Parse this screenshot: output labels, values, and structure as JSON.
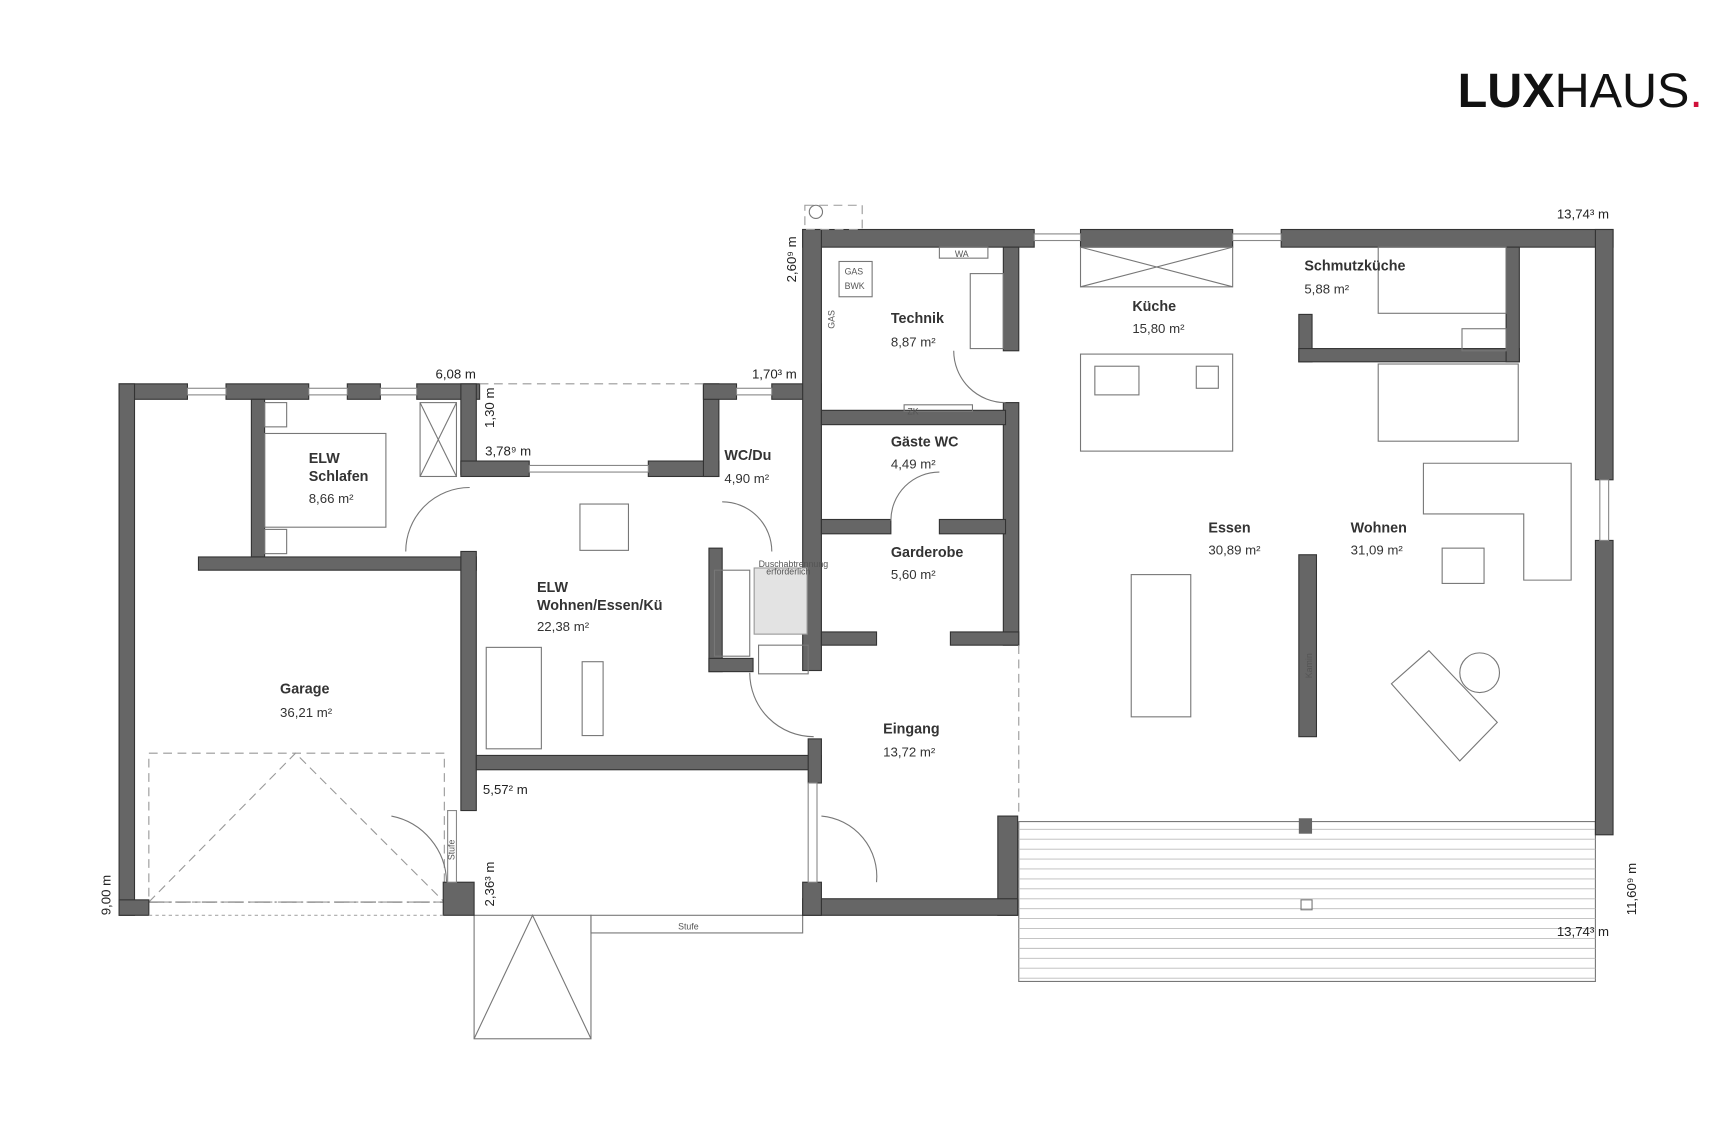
{
  "logo": {
    "bold": "LUX",
    "light": "HAUS",
    "dot": ".",
    "dot_color": "#d0103a"
  },
  "rooms": [
    {
      "name": "ELW",
      "name2": "Schlafen",
      "area": "8,66 m²"
    },
    {
      "name": "ELW",
      "name2": "Wohnen/Essen/Kü",
      "area": "22,38 m²"
    },
    {
      "name": "Garage",
      "area": "36,21 m²"
    },
    {
      "name": "WC/Du",
      "area": "4,90 m²"
    },
    {
      "name": "Technik",
      "area": "8,87 m²"
    },
    {
      "name": "Gäste WC",
      "area": "4,49 m²"
    },
    {
      "name": "Garderobe",
      "area": "5,60 m²"
    },
    {
      "name": "Eingang",
      "area": "13,72 m²"
    },
    {
      "name": "Küche",
      "area": "15,80 m²"
    },
    {
      "name": "Schmutzküche",
      "area": "5,88 m²"
    },
    {
      "name": "Essen",
      "area": "30,89 m²"
    },
    {
      "name": "Wohnen",
      "area": "31,09 m²"
    }
  ],
  "dimensions": {
    "top_right": "13,74³ m",
    "bottom_right": "13,74³ m",
    "right": "11,60⁹ m",
    "technik_left": "2,60⁹ m",
    "wc_top": "1,70³ m",
    "elw_top": "6,08 m",
    "elw_notch_v": "1,30 m",
    "elw_notch_h": "3,78⁹ m",
    "garage_bottom": "5,57² m",
    "entry_v": "2,36³ m",
    "left": "9,00 m"
  },
  "labels": {
    "gas_bwk_1": "GAS",
    "gas_bwk_2": "BWK",
    "gas": "GAS",
    "wa": "WA",
    "zk": "ZK",
    "dusch_1": "Duschabtrennung",
    "dusch_2": "erforderlich",
    "stufe_garage": "Stufe",
    "stufe_entry": "Stufe",
    "kamin": "Kamin"
  }
}
